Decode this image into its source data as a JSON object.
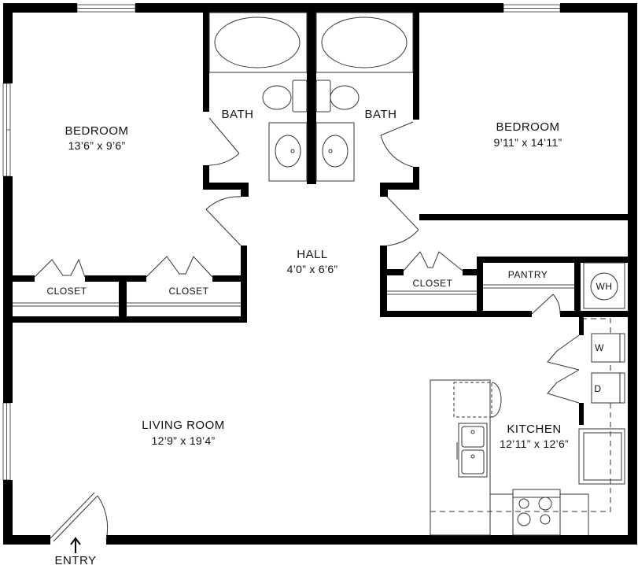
{
  "rooms": {
    "bedroom_left": {
      "name": "BEDROOM",
      "size": "13’6” x 9’6”"
    },
    "bedroom_right": {
      "name": "BEDROOM",
      "size": "9’11” x 14’11”"
    },
    "bath_left": {
      "name": "BATH"
    },
    "bath_right": {
      "name": "BATH"
    },
    "hall": {
      "name": "HALL",
      "size": "4’0” x 6’6”"
    },
    "living": {
      "name": "LIVING ROOM",
      "size": "12’9” x 19’4”"
    },
    "kitchen": {
      "name": "KITCHEN",
      "size": "12’11” x 12’6”"
    },
    "closet_1": {
      "name": "CLOSET"
    },
    "closet_2": {
      "name": "CLOSET"
    },
    "closet_3": {
      "name": "CLOSET"
    },
    "pantry": {
      "name": "PANTRY"
    }
  },
  "appliances": {
    "water_heater": "WH",
    "washer": "W",
    "dryer": "D"
  },
  "entry": {
    "label": "ENTRY"
  }
}
